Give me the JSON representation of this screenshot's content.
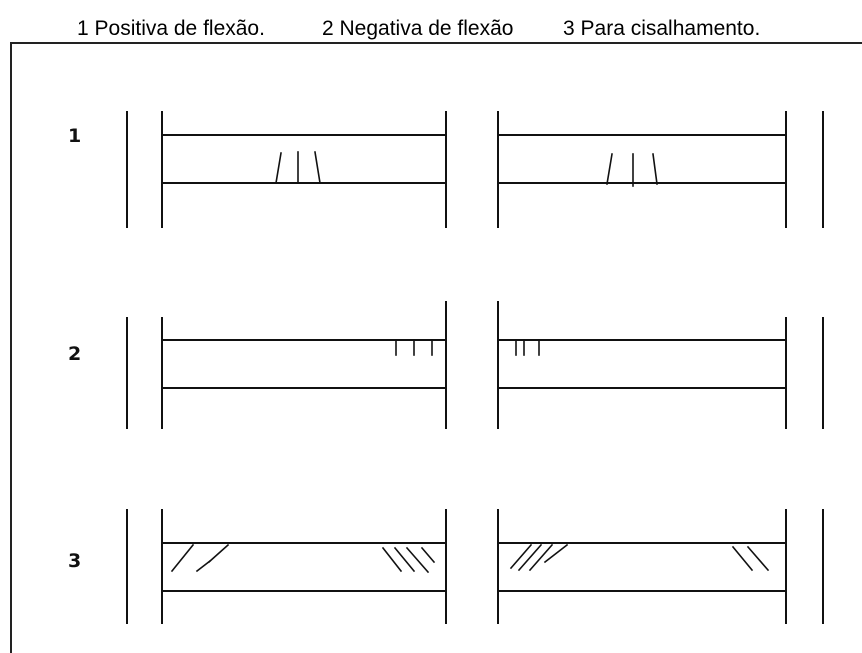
{
  "captions": [
    "1  Positiva de flexão.",
    "2  Negativa de flexão",
    "3  Para cisalhamento."
  ],
  "rows": [
    {
      "label": "1",
      "crack_type": "positive-bending"
    },
    {
      "label": "2",
      "crack_type": "negative-bending"
    },
    {
      "label": "3",
      "crack_type": "shear"
    }
  ]
}
